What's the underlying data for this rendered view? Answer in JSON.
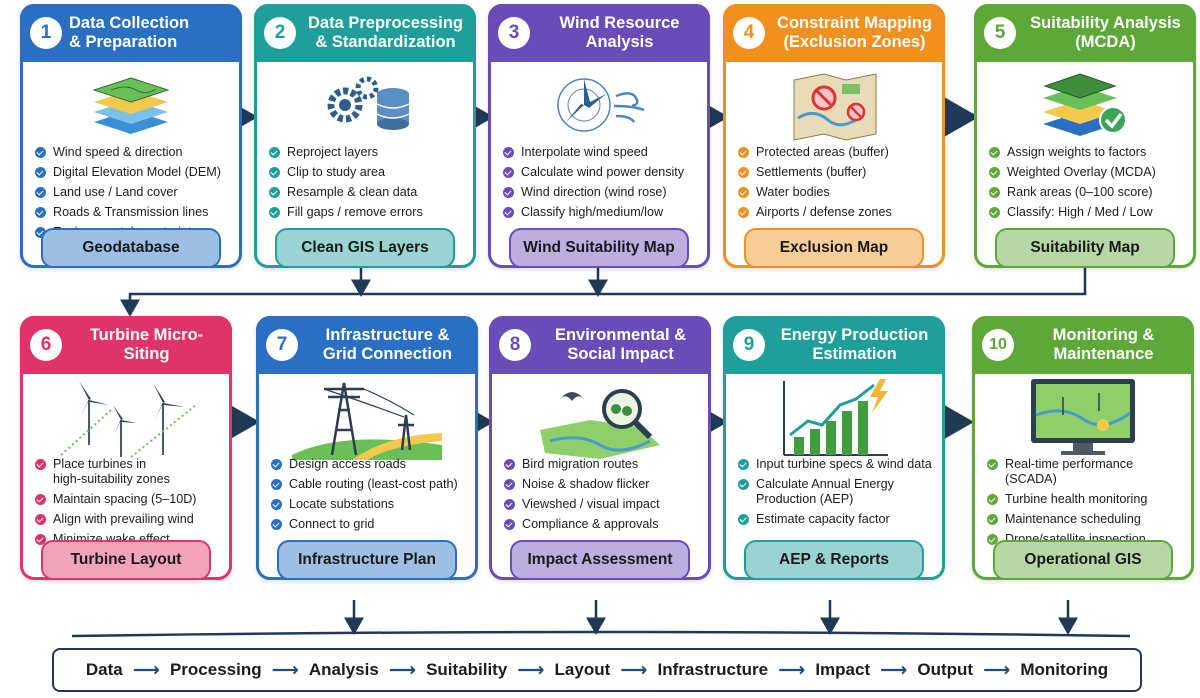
{
  "steps": [
    {
      "num": "1",
      "title": "Data Collection\n& Preparation",
      "color": "#2a6fc2",
      "bullets": [
        "Wind speed & direction",
        "Digital Elevation Model (DEM)",
        "Land use / Land cover",
        "Roads & Transmission lines",
        "Environmental constraints"
      ],
      "output": "Geodatabase",
      "icon": "layer-stack-icon"
    },
    {
      "num": "2",
      "title": "Data Preprocessing\n& Standardization",
      "color": "#1f9e9a",
      "bullets": [
        "Reproject layers",
        "Clip to study area",
        "Resample & clean data",
        "Fill gaps / remove errors"
      ],
      "output": "Clean GIS Layers",
      "icon": "gears-database-icon"
    },
    {
      "num": "3",
      "title": "Wind Resource\nAnalysis",
      "color": "#6a4cb8",
      "bullets": [
        "Interpolate wind speed",
        "Calculate wind power density",
        "Wind direction (wind rose)",
        "Classify high/medium/low"
      ],
      "output": "Wind Suitability Map",
      "icon": "wind-rose-icon"
    },
    {
      "num": "4",
      "title": "Constraint Mapping\n(Exclusion Zones)",
      "color": "#f0901e",
      "bullets": [
        "Protected areas (buffer)",
        "Settlements (buffer)",
        "Water bodies",
        "Airports / defense zones"
      ],
      "output": "Exclusion Map",
      "icon": "exclusion-map-icon"
    },
    {
      "num": "5",
      "title": "Suitability Analysis\n(MCDA)",
      "color": "#5ea83a",
      "bullets": [
        "Assign weights to factors",
        "Weighted Overlay (MCDA)",
        "Rank areas (0–100 score)",
        "Classify: High / Med / Low"
      ],
      "output": "Suitability Map",
      "icon": "overlay-check-icon"
    },
    {
      "num": "6",
      "title": "Turbine Micro-Siting",
      "color": "#e0336a",
      "bullets": [
        "Place turbines in\nhigh-suitability zones",
        "Maintain spacing (5–10D)",
        "Align with prevailing wind",
        "Minimize wake effect"
      ],
      "output": "Turbine Layout",
      "icon": "wind-turbines-icon"
    },
    {
      "num": "7",
      "title": "Infrastructure &\nGrid Connection",
      "color": "#2a6fc2",
      "bullets": [
        "Design access roads",
        "Cable routing (least-cost path)",
        "Locate substations",
        "Connect to grid"
      ],
      "output": "Infrastructure Plan",
      "icon": "transmission-tower-icon"
    },
    {
      "num": "8",
      "title": "Environmental &\nSocial Impact",
      "color": "#6a4cb8",
      "bullets": [
        "Bird migration routes",
        "Noise & shadow flicker",
        "Viewshed / visual impact",
        "Compliance & approvals"
      ],
      "output": "Impact Assessment",
      "icon": "bird-magnifier-icon"
    },
    {
      "num": "9",
      "title": "Energy Production\nEstimation",
      "color": "#1f9e9a",
      "bullets": [
        "Input turbine specs & wind data",
        "Calculate Annual Energy\nProduction (AEP)",
        "Estimate capacity factor"
      ],
      "output": "AEP & Reports",
      "icon": "energy-chart-icon"
    },
    {
      "num": "10",
      "title": "Monitoring &\nMaintenance",
      "color": "#5ea83a",
      "bullets": [
        "Real-time performance (SCADA)",
        "Turbine health monitoring",
        "Maintenance scheduling",
        "Drone/satellite inspection"
      ],
      "output": "Operational GIS",
      "icon": "monitor-map-icon"
    }
  ],
  "flow": [
    "Data",
    "Processing",
    "Analysis",
    "Suitability",
    "Layout",
    "Infrastructure",
    "Impact",
    "Output",
    "Monitoring"
  ],
  "arrow_glyph": "⟶"
}
